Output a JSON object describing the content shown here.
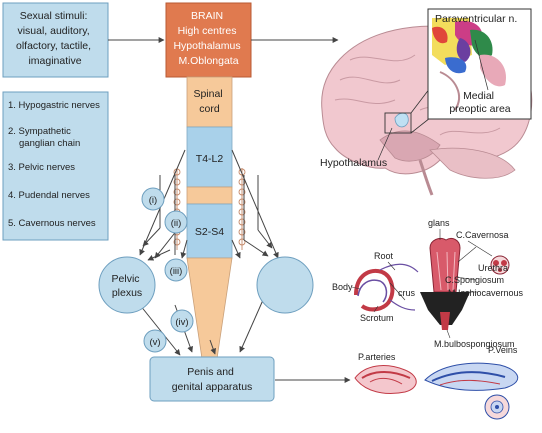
{
  "stimuli_box": {
    "lines": [
      "Sexual stimuli:",
      "visual, auditory,",
      "olfactory, tactile,",
      "imaginative"
    ]
  },
  "brain_box": {
    "lines": [
      "BRAIN",
      "High centres",
      "Hypothalamus",
      "M.Oblongata"
    ]
  },
  "spinal_cord": {
    "label_lines": [
      "Spinal",
      "cord"
    ],
    "segment_upper": "T4-L2",
    "segment_lower": "S2-S4"
  },
  "nerves_box": {
    "items": [
      "1. Hypogastric nerves",
      "2. Sympathetic",
      "ganglian chain",
      "3. Pelvic nerves",
      "4. Pudendal nerves",
      "5. Cavernous nerves"
    ]
  },
  "roman_labels": [
    "(i)",
    "(ii)",
    "(iii)",
    "(iv)",
    "(v)"
  ],
  "pelvic_plexus": {
    "lines": [
      "Pelvic",
      "plexus"
    ]
  },
  "penis_box": {
    "lines": [
      "Penis and",
      "genital apparatus"
    ]
  },
  "brain_figure": {
    "labels": {
      "paraventricular": "Paraventricular n.",
      "medial_preoptic": [
        "Medial",
        "preoptic area"
      ],
      "hypothalamus": "Hypothalamus"
    }
  },
  "anatomy_figure": {
    "labels": {
      "glans": "glans",
      "c_cavernosa": "C.Cavernosa",
      "root": "Root",
      "urethra": "Urethra",
      "c_spongiosum": "C.Spongiosum",
      "body": "Body",
      "crus": "crus",
      "m_ischiocavernous": "M.Ischiocavernous",
      "scrotum": "Scrotum",
      "m_bulbospongiosum": "M.bulbospongiosum",
      "p_arteries": "P.arteries",
      "p_veins": "P.Veins"
    }
  },
  "colors": {
    "box_fill": "#bfdcec",
    "box_stroke": "#6e9fbf",
    "brain_fill": "#e07a4f",
    "cord_fill": "#f6c99a",
    "segment_fill": "#a9d1ea",
    "arrow": "#444444"
  }
}
